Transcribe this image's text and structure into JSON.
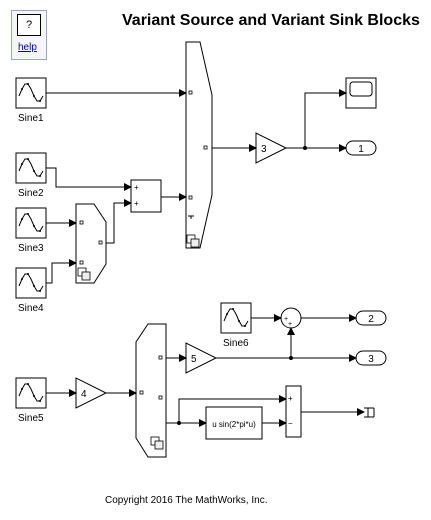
{
  "title": "Variant Source and Variant Sink Blocks",
  "help": {
    "icon": "?",
    "label": "help"
  },
  "copyright": "Copyright 2016 The MathWorks, Inc.",
  "sources": {
    "sine1": "Sine1",
    "sine2": "Sine2",
    "sine3": "Sine3",
    "sine4": "Sine4",
    "sine5": "Sine5",
    "sine6": "Sine6"
  },
  "gains": {
    "gain1": "3",
    "gain2": "4",
    "gain3": "5"
  },
  "outports": {
    "out1": "1",
    "out2": "2",
    "out3": "3"
  },
  "fcn": {
    "expression": "u sin(2*pi*u)"
  },
  "sum": {
    "plus": "+",
    "minus": "−"
  },
  "colors": {
    "line": "#000000",
    "block_border": "#000000",
    "background": "#ffffff"
  }
}
